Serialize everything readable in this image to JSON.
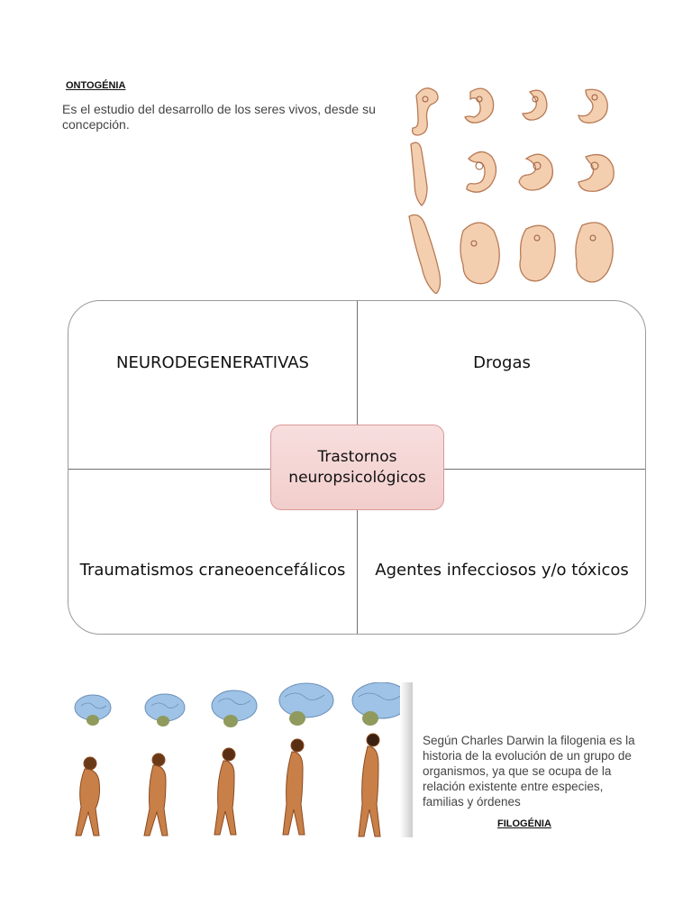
{
  "ontogenia": {
    "title": "ONTOGÉNIA",
    "text": "Es el estudio del desarrollo de los seres vivos, desde su concepción."
  },
  "diagram": {
    "center_line1": "Trastornos",
    "center_line2": "neuropsicológicos",
    "top_left": "NEURODEGENERATIVAS",
    "top_right": "Drogas",
    "bottom_left": "Traumatismos craneoencefálicos",
    "bottom_right": "Agentes infecciosos y/o tóxicos",
    "center_fill": "#f4d4d2",
    "center_border": "#d89a98"
  },
  "filogenia": {
    "title": "FILOGÉNIA",
    "text": "Según Charles Darwin la filogenia es la historia de la evolución de un grupo de organismos, ya que se ocupa de la relación existente entre especies, familias y órdenes"
  },
  "images": {
    "embryo": "embryo-development-image",
    "evolution": "human-evolution-brain-image"
  }
}
